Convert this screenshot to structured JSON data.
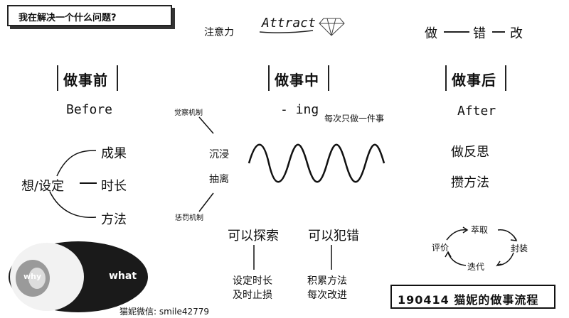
{
  "title": "我在解决一个什么问题?",
  "attention": {
    "label": "注意力",
    "word": "Attract"
  },
  "cycle_title": {
    "a": "做",
    "b": "错",
    "c": "改"
  },
  "before": {
    "head": "做事前",
    "eng": "Before",
    "center": "想/设定",
    "items": [
      "成果",
      "时长",
      "方法"
    ]
  },
  "during": {
    "head": "做事中",
    "eng": "- ing",
    "note": "每次只做一件事",
    "top_label": "觉察机制",
    "bottom_label": "惩罚机制",
    "states": [
      "沉浸",
      "抽离"
    ],
    "explore": {
      "title": "可以探索",
      "lines": [
        "设定时长",
        "及时止损"
      ]
    },
    "mistake": {
      "title": "可以犯错",
      "lines": [
        "积累方法",
        "每次改进"
      ]
    }
  },
  "after": {
    "head": "做事后",
    "eng": "After",
    "items": [
      "做反思",
      "攒方法"
    ]
  },
  "loop": {
    "top": "萃取",
    "right": "封装",
    "bottom": "迭代",
    "left": "评价"
  },
  "graphic": {
    "inner": "why",
    "outer": "what"
  },
  "wechat": "猫妮微信: smile42779",
  "footer": "190414 猫妮的做事流程",
  "colors": {
    "ink": "#111111",
    "ellipse_dark": "#1a1a1a",
    "ellipse_light": "#f2f2f2"
  }
}
